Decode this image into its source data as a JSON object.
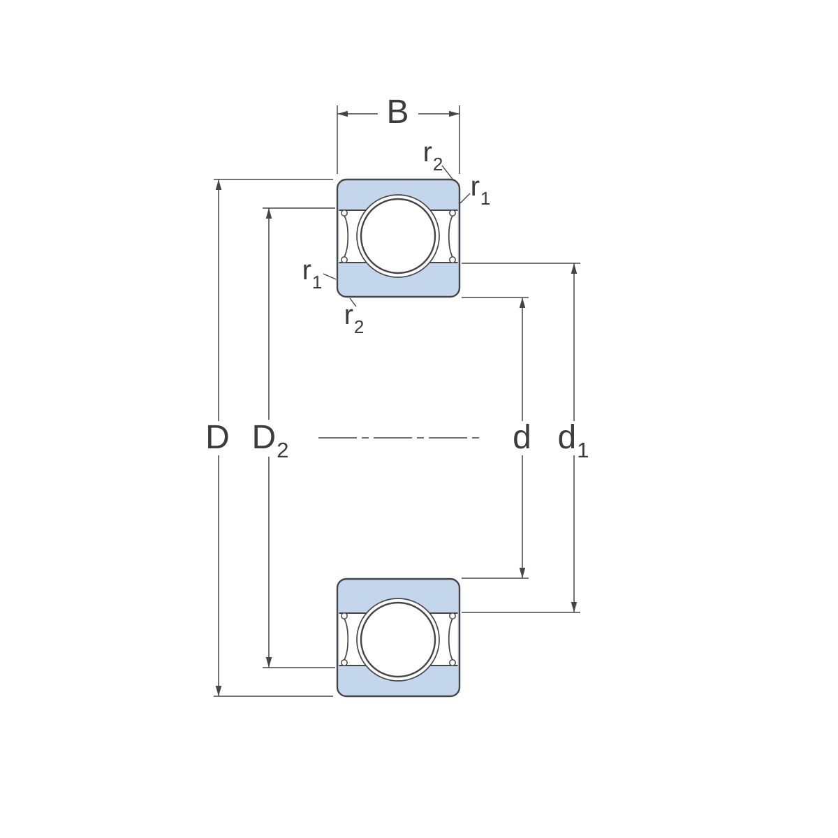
{
  "diagram": {
    "kind": "bearing-cross-section-drawing",
    "colors": {
      "ring_fill": "#c3d6ec",
      "line": "#454545",
      "text": "#3c3c3c",
      "background": "#ffffff"
    },
    "dimension_labels": {
      "width": {
        "base": "B",
        "sub": ""
      },
      "outer_diameter": {
        "base": "D",
        "sub": ""
      },
      "recess_diameter": {
        "base": "D",
        "sub": "2"
      },
      "bore_diameter": {
        "base": "d",
        "sub": ""
      },
      "shoulder_diameter": {
        "base": "d",
        "sub": "1"
      },
      "radius_r2_top": {
        "base": "r",
        "sub": "2"
      },
      "radius_r1_top": {
        "base": "r",
        "sub": "1"
      },
      "radius_r1_left": {
        "base": "r",
        "sub": "1"
      },
      "radius_r2_left": {
        "base": "r",
        "sub": "2"
      }
    }
  }
}
